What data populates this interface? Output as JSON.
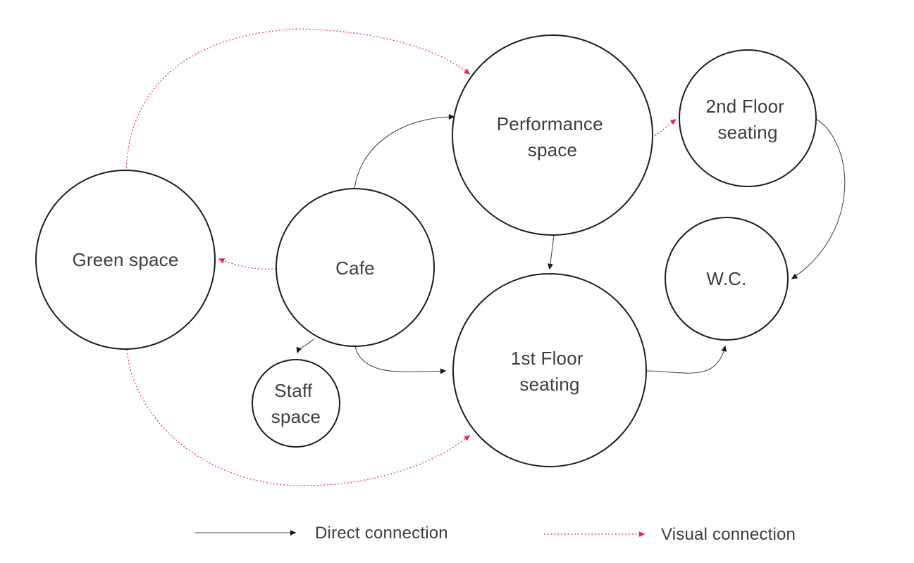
{
  "diagram": {
    "type": "bubble-diagram",
    "background": "#ffffff",
    "colors": {
      "node_fill": "#ffffff",
      "node_stroke": "#1d1d1d",
      "direct_connection": "#4a4a4a",
      "direct_arrowhead": "#1a1a1a",
      "visual_connection": "#dc2a6e",
      "label_text": "#3d3d3d"
    },
    "nodes": [
      {
        "id": "green-space",
        "label": "Green space",
        "lines": [
          "Green space"
        ]
      },
      {
        "id": "cafe",
        "label": "Cafe",
        "lines": [
          "Cafe"
        ]
      },
      {
        "id": "staff-space",
        "label": "Staff space",
        "lines": [
          "Staff",
          "space"
        ]
      },
      {
        "id": "performance-space",
        "label": "Performance space",
        "lines": [
          "Performance",
          "space"
        ]
      },
      {
        "id": "second-floor-seating",
        "label": "2nd Floor seating",
        "lines": [
          "2nd Floor",
          "seating"
        ]
      },
      {
        "id": "wc",
        "label": "W.C.",
        "lines": [
          "W.C."
        ]
      },
      {
        "id": "first-floor-seating",
        "label": "1st Floor seating",
        "lines": [
          "1st Floor",
          "seating"
        ]
      }
    ],
    "edges": [
      {
        "from": "cafe",
        "to": "performance-space",
        "type": "direct"
      },
      {
        "from": "cafe",
        "to": "staff-space",
        "type": "direct"
      },
      {
        "from": "cafe",
        "to": "first-floor-seating",
        "type": "direct"
      },
      {
        "from": "performance-space",
        "to": "first-floor-seating",
        "type": "direct"
      },
      {
        "from": "second-floor-seating",
        "to": "wc",
        "type": "direct"
      },
      {
        "from": "first-floor-seating",
        "to": "wc",
        "type": "direct"
      },
      {
        "from": "green-space",
        "to": "performance-space",
        "type": "visual"
      },
      {
        "from": "cafe",
        "to": "green-space",
        "type": "visual"
      },
      {
        "from": "green-space",
        "to": "first-floor-seating",
        "type": "visual"
      },
      {
        "from": "performance-space",
        "to": "second-floor-seating",
        "type": "visual"
      }
    ],
    "legend": [
      {
        "type": "direct",
        "label": "Direct connection"
      },
      {
        "type": "visual",
        "label": "Visual connection"
      }
    ]
  }
}
